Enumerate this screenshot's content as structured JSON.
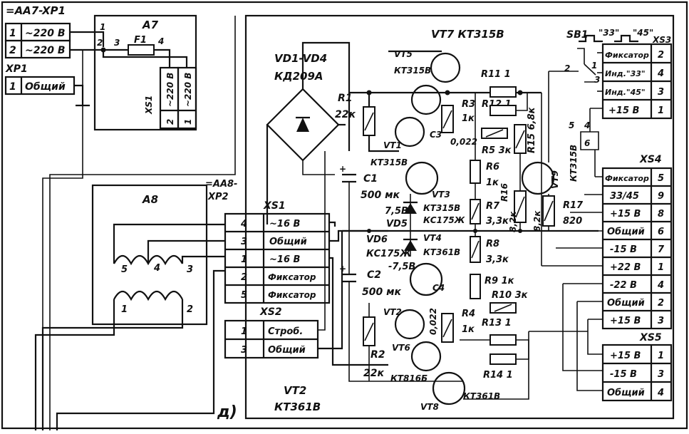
{
  "xp1_block": {
    "header": "=AA7-XP1",
    "rows": [
      {
        "pin": "1",
        "label": "~220 В"
      },
      {
        "pin": "2",
        "label": "~220 В"
      }
    ],
    "xp1_label": "XP1",
    "xp1_row": {
      "pin": "1",
      "label": "Общий"
    }
  },
  "a7": {
    "title": "A7",
    "fuse": "F1",
    "pins": [
      "1",
      "2",
      "3",
      "4"
    ],
    "xs1_label": "XS1",
    "xs1_rows": [
      {
        "pin": "2",
        "label": "~220 В"
      },
      {
        "pin": "1",
        "label": "~220 В"
      }
    ]
  },
  "a8": {
    "title": "A8",
    "connector_header": "=AA8-",
    "connector_label": "XP2",
    "winding_pins": [
      "5",
      "4",
      "3"
    ],
    "primary_pins": [
      "1",
      "2"
    ]
  },
  "xs1": {
    "label": "XS1",
    "rows": [
      {
        "pin": "4",
        "label": "~16 В"
      },
      {
        "pin": "3",
        "label": "Общий"
      },
      {
        "pin": "1",
        "label": "~16 В"
      },
      {
        "pin": "2",
        "label": "Фиксатор"
      },
      {
        "pin": "5",
        "label": "Фиксатор"
      }
    ]
  },
  "xs2": {
    "label": "XS2",
    "rows": [
      {
        "pin": "1",
        "label": "Строб."
      },
      {
        "pin": "3",
        "label": "Общий"
      }
    ]
  },
  "components": {
    "bridge": {
      "name": "VD1-VD4",
      "part": "КД209А"
    },
    "vt7": "VT7  КТ315В",
    "vt5": {
      "name": "VT5",
      "part": "КТ315В"
    },
    "vt1": {
      "name": "VT1",
      "part": "КТ315В"
    },
    "vt3": {
      "name": "VT3",
      "part": "КТ315В"
    },
    "vt9": {
      "name": "VT9",
      "part": "КТ315В"
    },
    "vt4": {
      "name": "VT4",
      "part": "КТ361В"
    },
    "vt6": {
      "name": "VT6",
      "part": "КТ816Б"
    },
    "vt8": {
      "name": "VT8",
      "part": "КТ361В"
    },
    "vt2_small": "VT2",
    "vt2_bottom": {
      "name": "VT2",
      "part": "КТ361В"
    },
    "vd5": {
      "name": "VD5",
      "part": "КС175Ж",
      "volt": "7,5В"
    },
    "vd6": {
      "name": "VD6",
      "part": "КС175Ж",
      "volt": "-7,5В"
    },
    "r1": {
      "name": "R1",
      "val": "22к"
    },
    "r2": {
      "name": "R2",
      "val": "22к"
    },
    "r3": {
      "name": "R3",
      "val": "1к"
    },
    "r4": {
      "name": "R4",
      "val": "1к"
    },
    "r5": "R5 3к",
    "r6": {
      "name": "R6",
      "val": "1к"
    },
    "r7": {
      "name": "R7",
      "val": "3,3к"
    },
    "r8": {
      "name": "R8",
      "val": "3,3к"
    },
    "r9": "R9 1к",
    "r10": "R10 3к",
    "r11": "R11  1",
    "r12": "R12  1",
    "r13": "R13  1",
    "r14": "R14  1",
    "r15": "R15 6,8к",
    "r16": {
      "name": "R16",
      "val": "8,2к"
    },
    "r17": {
      "name": "R17",
      "val": "820"
    },
    "r16b": "8,2к",
    "c1": {
      "name": "C1",
      "val": "500 мк"
    },
    "c2": {
      "name": "C2",
      "val": "500 мк"
    },
    "c3": {
      "name": "C3",
      "val": "0,022"
    },
    "c4": {
      "name": "C4",
      "val": "0,022"
    },
    "sb1": "SB1",
    "sb1_q1": "\"33\"",
    "sb1_q2": "\"45\"",
    "sb_pins": [
      "1",
      "2",
      "3",
      "4",
      "5",
      "6"
    ],
    "letter": "д)"
  },
  "xs3": {
    "label": "XS3",
    "rows": [
      {
        "label": "Фиксатор",
        "pin": "2"
      },
      {
        "label": "Инд.\"33\"",
        "pin": "4"
      },
      {
        "label": "Инд.\"45\"",
        "pin": "3"
      },
      {
        "label": "+15 В",
        "pin": "1"
      }
    ]
  },
  "xs4": {
    "label": "XS4",
    "rows": [
      {
        "label": "Фиксатор",
        "pin": "5"
      },
      {
        "label": "33/45",
        "pin": "9"
      },
      {
        "label": "+15 В",
        "pin": "8"
      },
      {
        "label": "Общий",
        "pin": "6"
      },
      {
        "label": "-15 В",
        "pin": "7"
      },
      {
        "label": "+22 В",
        "pin": "1"
      },
      {
        "label": "-22 В",
        "pin": "4"
      },
      {
        "label": "Общий",
        "pin": "2"
      },
      {
        "label": "+15 В",
        "pin": "3"
      }
    ]
  },
  "xs5": {
    "label": "XS5",
    "rows": [
      {
        "label": "+15 В",
        "pin": "1"
      },
      {
        "label": "-15 В",
        "pin": "3"
      },
      {
        "label": "Общий",
        "pin": "4"
      }
    ]
  }
}
